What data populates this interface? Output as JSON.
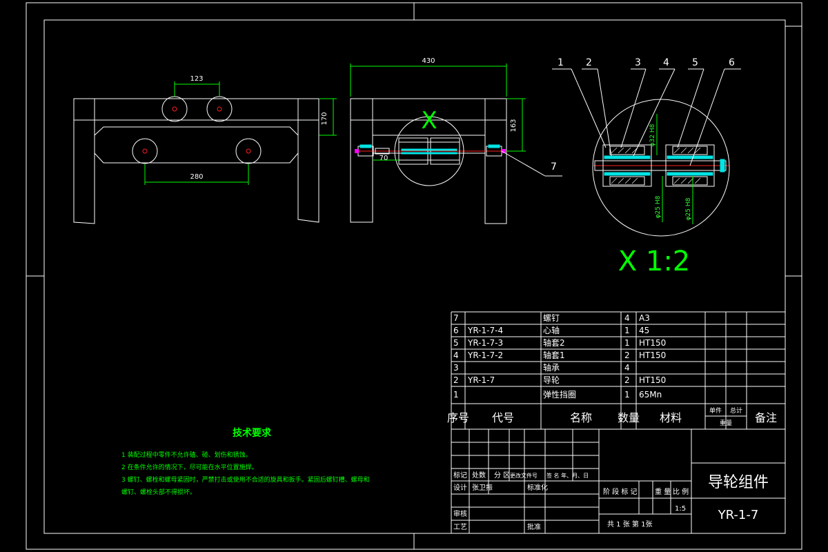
{
  "dims": {
    "d123": "123",
    "d280": "280",
    "d430": "430",
    "d170": "170",
    "d163": "163",
    "d70": "70",
    "dD1": "φ32 H8",
    "dD2": "φ25 H8",
    "dD3": "φ25 H8"
  },
  "detail": {
    "marker": "X",
    "title": "X 1:2"
  },
  "balloons": [
    "1",
    "2",
    "3",
    "4",
    "5",
    "6",
    "7"
  ],
  "bom": {
    "rows": [
      {
        "no": "7",
        "code": "",
        "name": "螺钉",
        "qty": "4",
        "mat": "A3"
      },
      {
        "no": "6",
        "code": "YR-1-7-4",
        "name": "心轴",
        "qty": "1",
        "mat": "45"
      },
      {
        "no": "5",
        "code": "YR-1-7-3",
        "name": "轴套2",
        "qty": "1",
        "mat": "HT150"
      },
      {
        "no": "4",
        "code": "YR-1-7-2",
        "name": "轴套1",
        "qty": "2",
        "mat": "HT150"
      },
      {
        "no": "3",
        "code": "",
        "name": "轴承",
        "qty": "4",
        "mat": ""
      },
      {
        "no": "2",
        "code": "YR-1-7",
        "name": "导轮",
        "qty": "2",
        "mat": "HT150"
      },
      {
        "no": "1",
        "code": "",
        "name": "弹性挡圈",
        "qty": "1",
        "mat": "65Mn"
      }
    ],
    "header": {
      "no": "序号",
      "code": "代号",
      "name": "名称",
      "qty": "数量",
      "mat": "材料",
      "unit": "单件",
      "total": "总计",
      "weight": "重量",
      "remark": "备注"
    }
  },
  "title_block": {
    "marks": "标记",
    "count": "处数",
    "zone": "分 区",
    "docno": "更改文件号",
    "signdate": "签 名 年、月、日",
    "design": "设计",
    "designer": "张卫振",
    "std": "标准化",
    "stage": "阶 段 标 记",
    "weight": "重 量",
    "scale": "比 例",
    "scale_val": "1:5",
    "audit": "审核",
    "process": "工艺",
    "approve": "批准",
    "sheets": "共 1 张 第 1张",
    "name": "导轮组件",
    "drawing_no": "YR-1-7"
  },
  "tech": {
    "title": "技术要求",
    "lines": [
      "1  装配过程中零件不允许磕、碰、划伤和锈蚀。",
      "2  在条件允许的情况下，尽可能在水平位置施焊。",
      "3  螺钉、螺栓和螺母紧固时，严禁打击或使用不合适的旋具和扳手。紧固后螺钉槽、螺母和",
      "螺钉、螺栓头部不得损坏。"
    ]
  }
}
